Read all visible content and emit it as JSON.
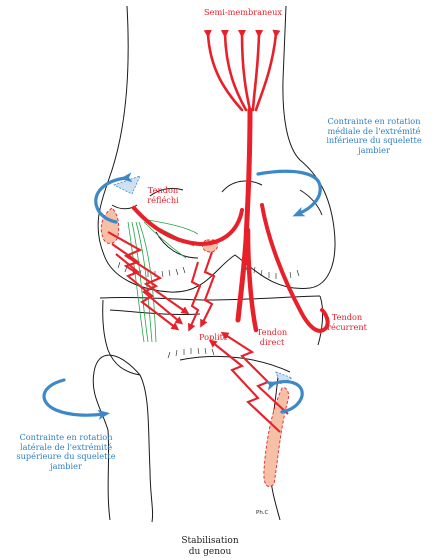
{
  "colors": {
    "muscle_red": "#e8202a",
    "rotation_blue": "#3d88c9",
    "ligament_green": "#22a447",
    "bone_outline": "#1a1a1a",
    "attachment_fill": "#f6c0a6"
  },
  "labels": {
    "semi_membraneux": "Semi-membraneux",
    "tendon_reflechi_1": "Tendon",
    "tendon_reflechi_2": "réfléchi",
    "tendon_recurrent_1": "Tendon",
    "tendon_recurrent_2": "récurrent",
    "tendon_direct_1": "Tendon",
    "tendon_direct_2": "direct",
    "poplite": "Poplité",
    "rot_mediale": [
      "Contrainte en rotation",
      "médiale de l'extrémité",
      "inférieure du squelette",
      "jambier"
    ],
    "rot_laterale": [
      "Contrainte en rotation",
      "latérale de l'extrémité",
      "supérieure du squelette",
      "jambier"
    ]
  },
  "signature": "Ph.C",
  "caption": [
    "Stabilisation",
    "du genou"
  ]
}
